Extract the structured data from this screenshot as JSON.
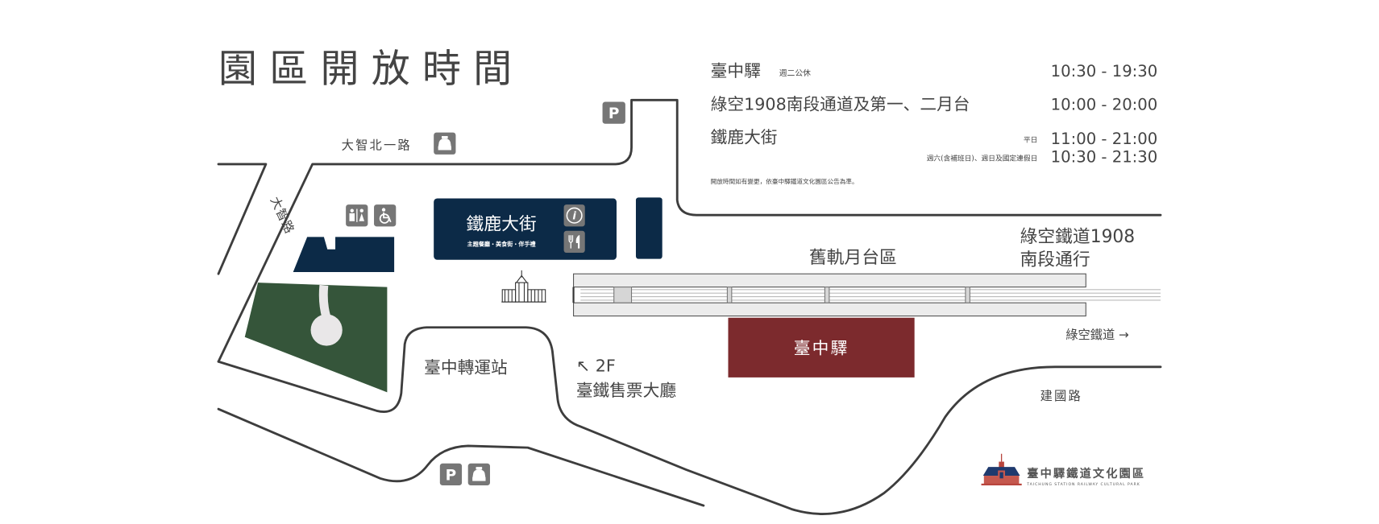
{
  "title": "園區開放時間",
  "hours": {
    "rows": [
      {
        "name": "臺中驛",
        "note": "週二公休",
        "time": "10:30 - 19:30"
      },
      {
        "name": "綠空1908南段通道及第一、二月台",
        "time": "10:00 - 20:00"
      },
      {
        "name": "鐵鹿大街",
        "weekday_label": "平日",
        "time": "11:00 - 21:00"
      },
      {
        "holiday_label": "週六(含補班日)、週日及國定連假日",
        "time": "10:30 - 21:30"
      }
    ],
    "notice": "開放時間如有變更，依臺中驛鐵道文化園區公告為準。"
  },
  "map": {
    "road_dazhi_north_1": "大智北一路",
    "road_dazhi": "大智路",
    "road_jianguo": "建國路",
    "tiehlu_street": {
      "name": "鐵鹿大街",
      "subtitle": "主題餐廳・美食街・伴手禮"
    },
    "old_platform": "舊軌月台區",
    "green_rail_1908_line1": "綠空鐵道1908",
    "green_rail_1908_line2": "南段通行",
    "green_rail_arrow": "綠空鐵道 →",
    "station": "臺中驛",
    "bus_station": "臺中轉運站",
    "ticket_hall_floor": "↖ 2F",
    "ticket_hall": "臺鐵售票大廳",
    "parking_label": "P"
  },
  "logo": {
    "name": "臺中驛鐵道文化園區",
    "name_en": "TAICHUNG STATION RAILWAY CULTURAL PARK"
  },
  "colors": {
    "navy": "#0c2a47",
    "park": "#35553a",
    "station_red": "#7c2a2d",
    "icon_gray": "#767676"
  }
}
